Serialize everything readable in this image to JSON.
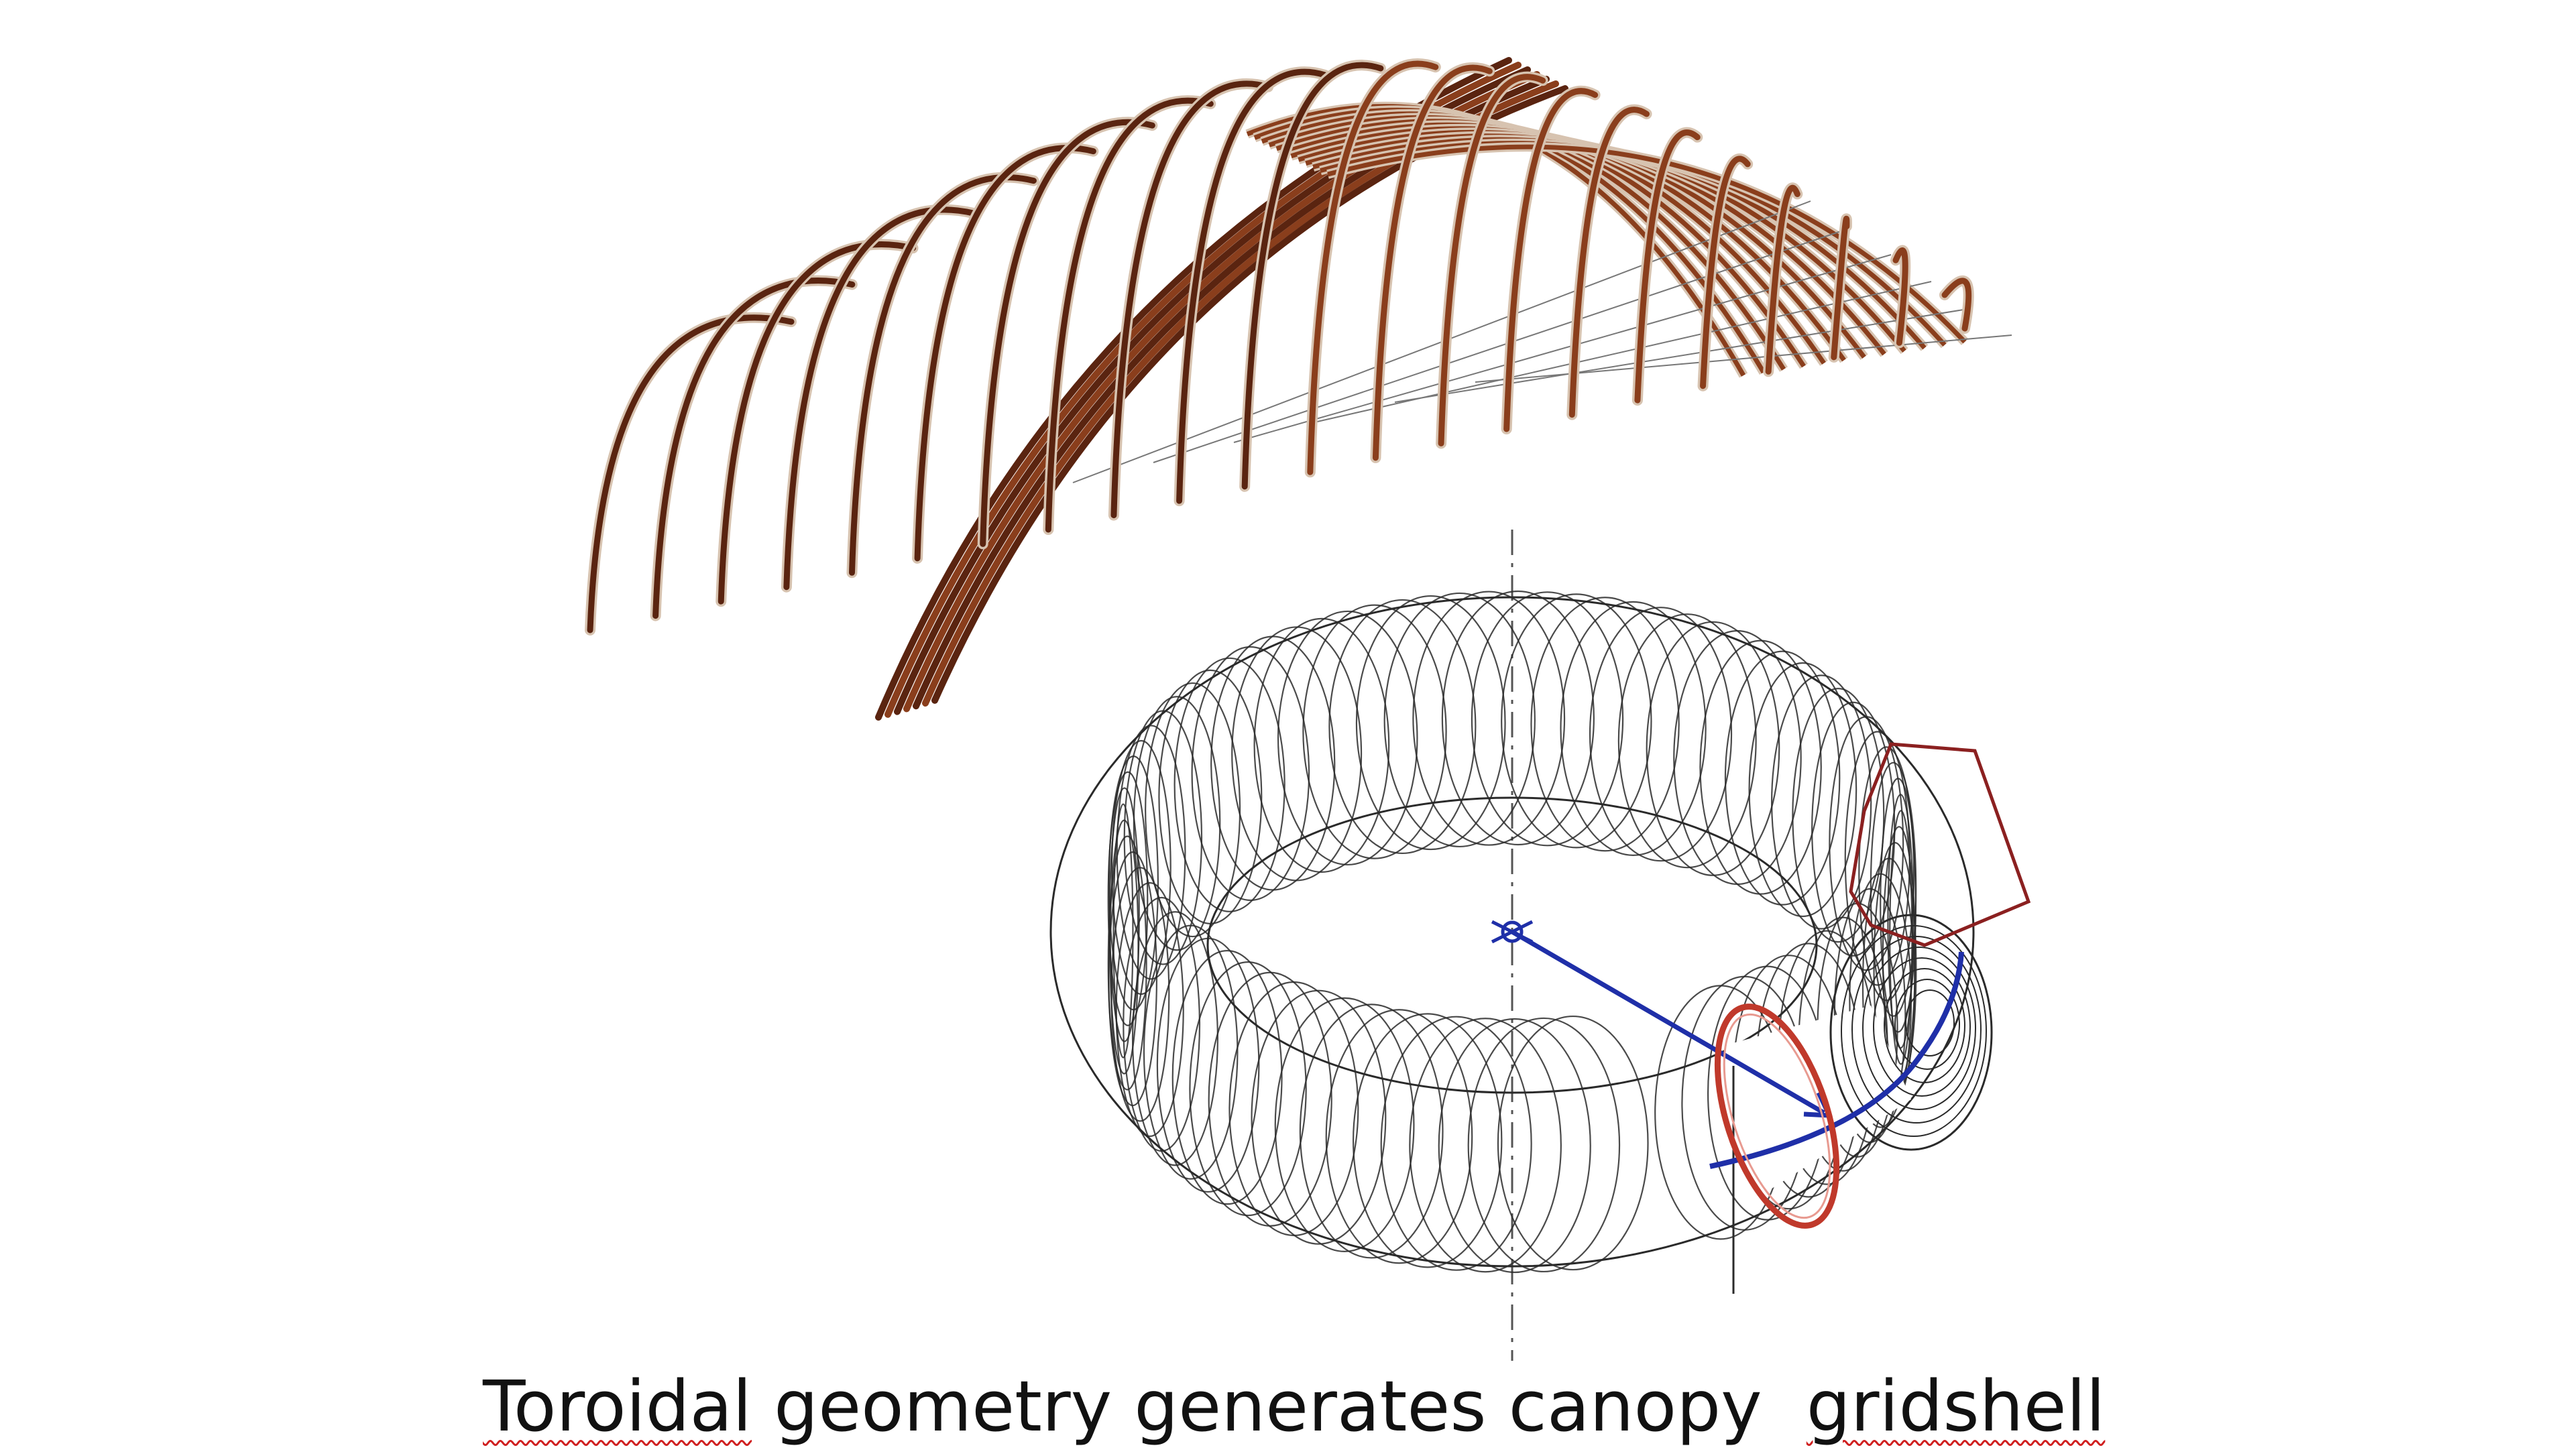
{
  "caption": {
    "word1": "Toroidal",
    "word2": " geometry generates canopy  ",
    "word3": "gridshell"
  },
  "colors": {
    "canopy_dark": "#5a2410",
    "canopy_mid": "#8a3e1c",
    "canopy_light": "#d7c3b0",
    "torus_wire": "#2a2a2a",
    "axis_blue": "#1f2fa8",
    "ring_red": "#c0392b",
    "patch_red": "#8b2020"
  },
  "icons": {
    "center_marker": "center-point-icon"
  }
}
